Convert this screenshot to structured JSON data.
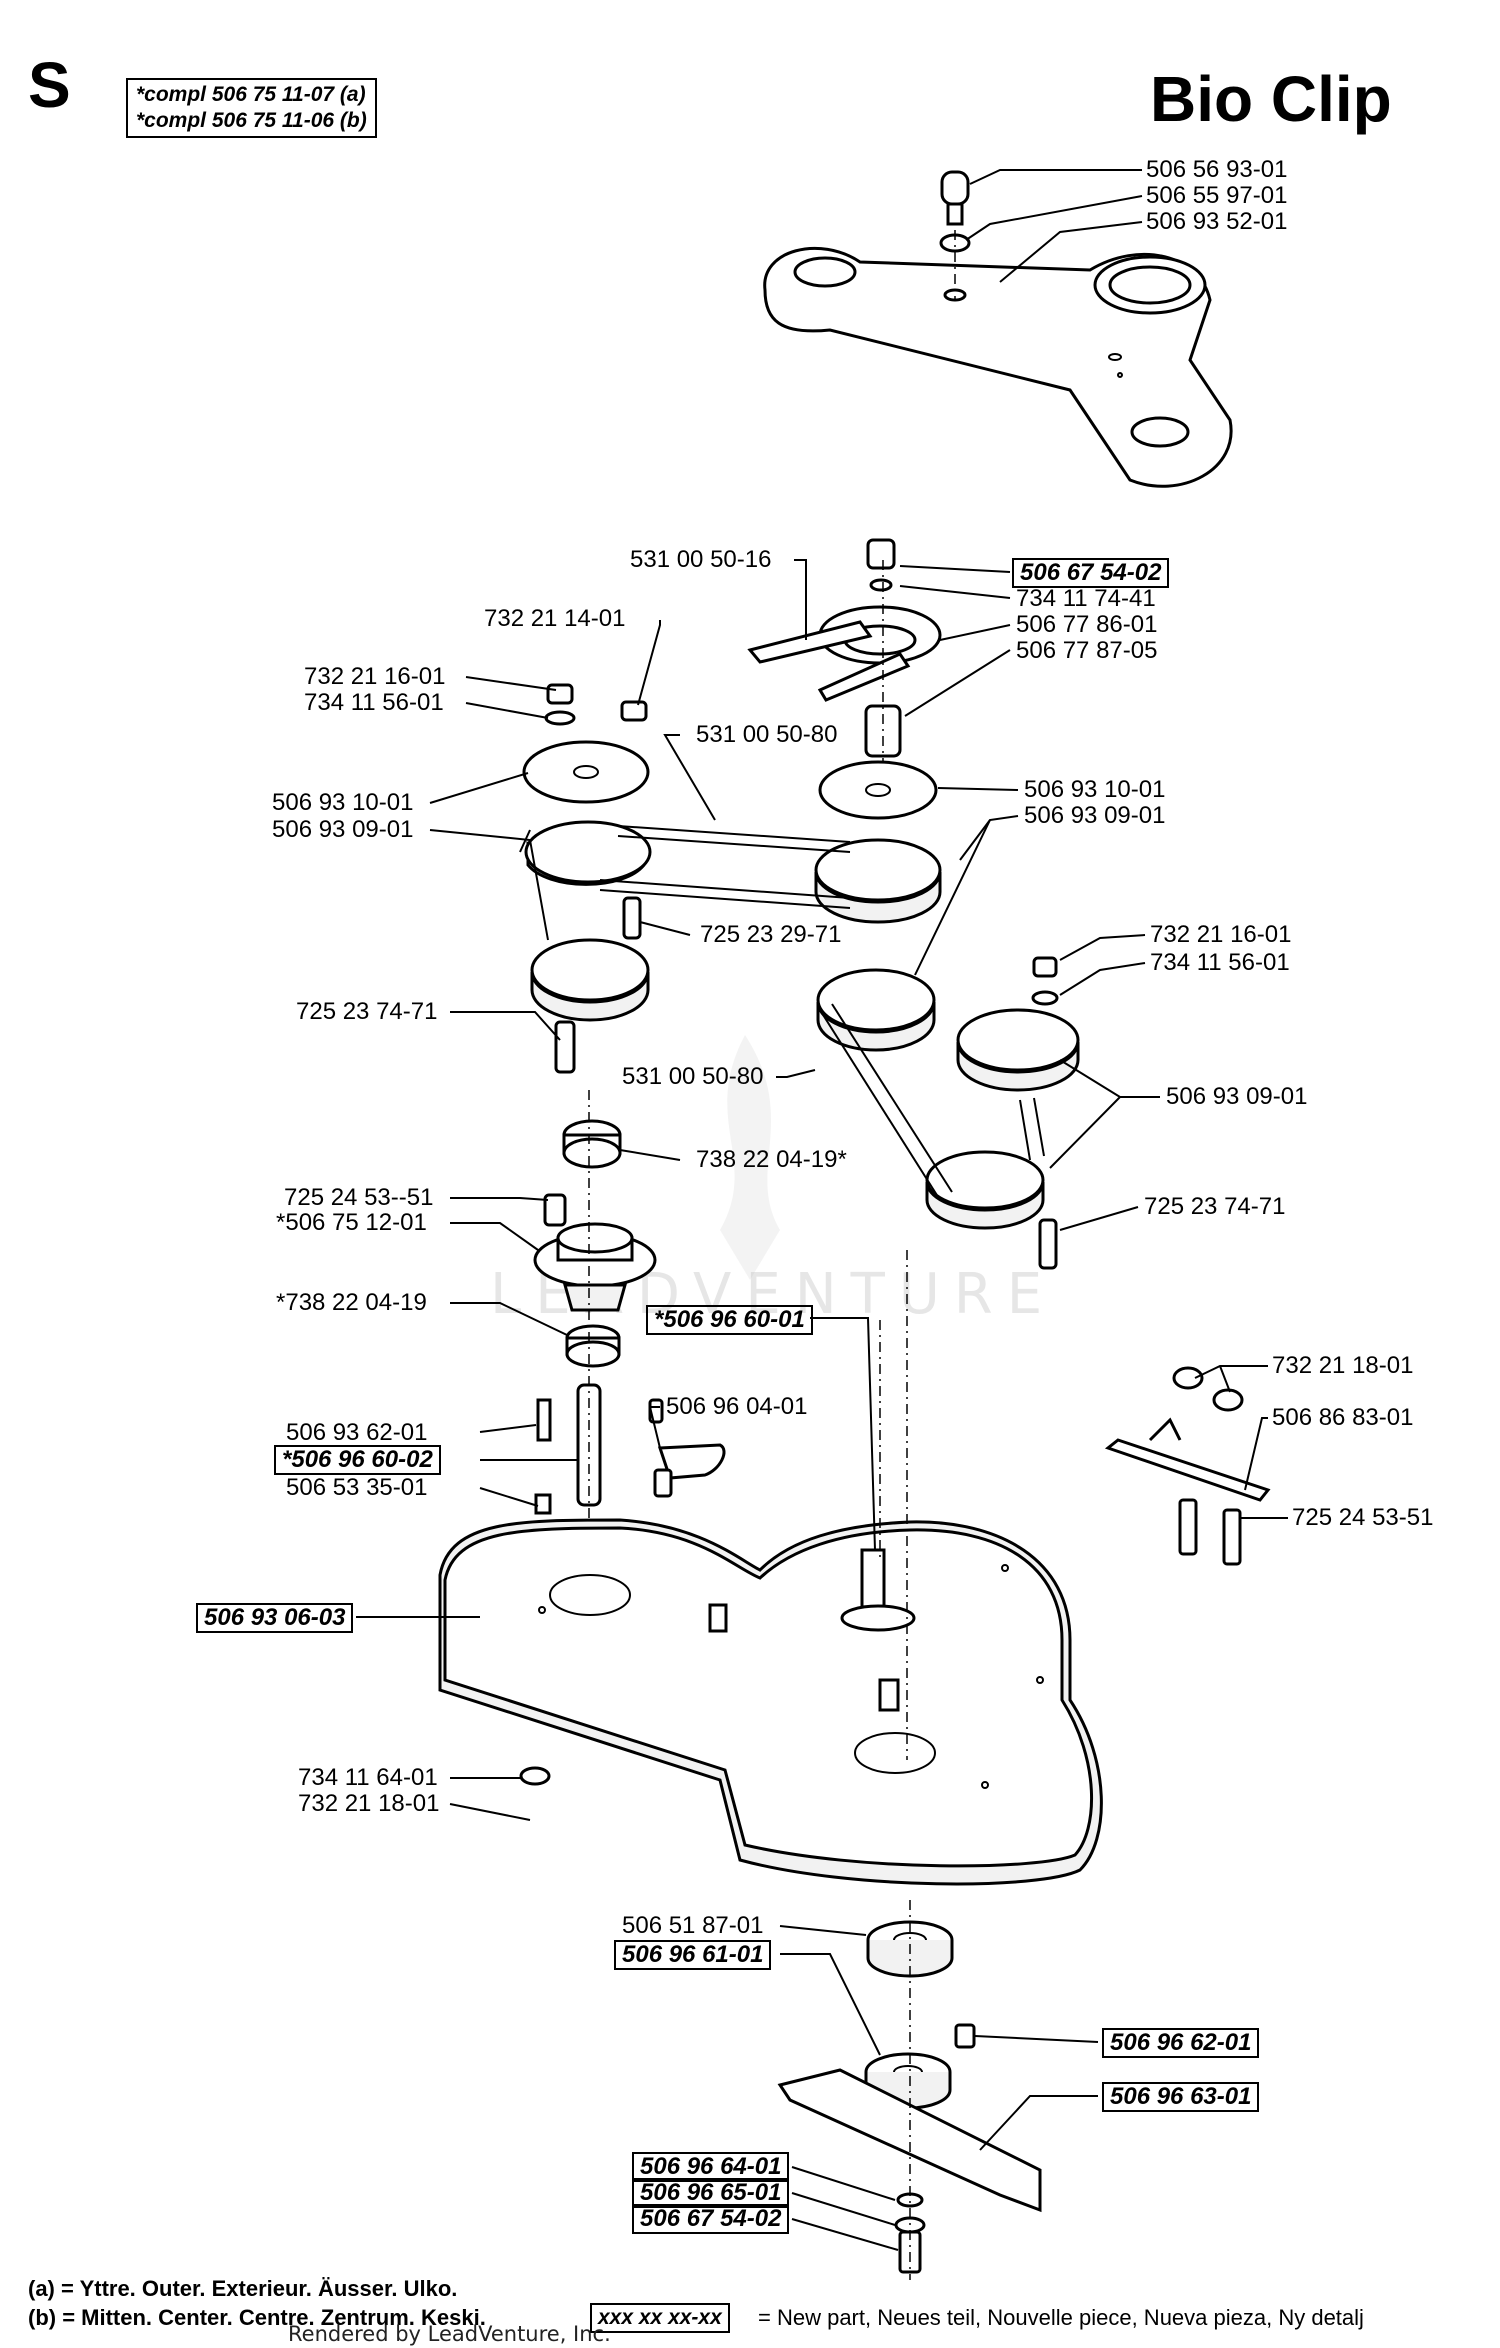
{
  "header": {
    "section_letter": "S",
    "title": "Bio Clip",
    "compl": [
      "*compl 506 75 11-07 (a)",
      "*compl 506 75 11-06 (b)"
    ]
  },
  "labels": [
    {
      "text": "506 56 93-01",
      "boxed": false
    },
    {
      "text": "506 55 97-01",
      "boxed": false
    },
    {
      "text": "506 93 52-01",
      "boxed": false
    },
    {
      "text": "506 67 54-02",
      "boxed": true
    },
    {
      "text": "734 11 74-41",
      "boxed": false
    },
    {
      "text": "506 77 86-01",
      "boxed": false
    },
    {
      "text": "506 77 87-05",
      "boxed": false
    },
    {
      "text": "531 00 50-16",
      "boxed": false
    },
    {
      "text": "732 21 14-01",
      "boxed": false
    },
    {
      "text": "732 21 16-01",
      "boxed": false
    },
    {
      "text": "734 11 56-01",
      "boxed": false
    },
    {
      "text": "531 00 50-80",
      "boxed": false
    },
    {
      "text": "506 93 10-01",
      "boxed": false
    },
    {
      "text": "506 93 09-01",
      "boxed": false
    },
    {
      "text": "506 93 10-01",
      "boxed": false
    },
    {
      "text": "506 93 09-01",
      "boxed": false
    },
    {
      "text": "725 23 29-71",
      "boxed": false
    },
    {
      "text": "732 21 16-01",
      "boxed": false
    },
    {
      "text": "734 11 56-01",
      "boxed": false
    },
    {
      "text": "725 23 74-71",
      "boxed": false
    },
    {
      "text": "531 00 50-80",
      "boxed": false
    },
    {
      "text": "506 93 09-01",
      "boxed": false
    },
    {
      "text": "738 22 04-19*",
      "boxed": false
    },
    {
      "text": "725 24 53--51",
      "boxed": false
    },
    {
      "text": "*506 75 12-01",
      "boxed": false
    },
    {
      "text": "725 23 74-71",
      "boxed": false
    },
    {
      "text": "*738 22 04-19",
      "boxed": false
    },
    {
      "text": "*506 96 60-01",
      "boxed": true
    },
    {
      "text": "732 21 18-01",
      "boxed": false
    },
    {
      "text": "506 86 83-01",
      "boxed": false
    },
    {
      "text": "506 96 04-01",
      "boxed": false
    },
    {
      "text": "506 93 62-01",
      "boxed": false
    },
    {
      "text": "*506 96 60-02",
      "boxed": true
    },
    {
      "text": "506 53 35-01",
      "boxed": false
    },
    {
      "text": "725 24 53-51",
      "boxed": false
    },
    {
      "text": "506 93 06-03",
      "boxed": true
    },
    {
      "text": "734 11 64-01",
      "boxed": false
    },
    {
      "text": "732 21 18-01",
      "boxed": false
    },
    {
      "text": "506 51 87-01",
      "boxed": false
    },
    {
      "text": "506 96 61-01",
      "boxed": true
    },
    {
      "text": "506 96 62-01",
      "boxed": true
    },
    {
      "text": "506 96 63-01",
      "boxed": true
    },
    {
      "text": "506 96 64-01",
      "boxed": true
    },
    {
      "text": "506 96 65-01",
      "boxed": true
    },
    {
      "text": "506 67 54-02",
      "boxed": true
    }
  ],
  "footer": {
    "line_a": "(a) = Yttre. Outer. Exterieur. Äusser. Ulko.",
    "line_b": "(b) = Mitten. Center. Centre. Zentrum. Keski.",
    "legend_box": "xxx xx xx-xx",
    "legend_text": "= New part, Neues teil, Nouvelle piece, Nueva pieza, Ny detalj",
    "credit": "Rendered by LeadVenture, Inc."
  },
  "watermark": "LEADVENTURE"
}
